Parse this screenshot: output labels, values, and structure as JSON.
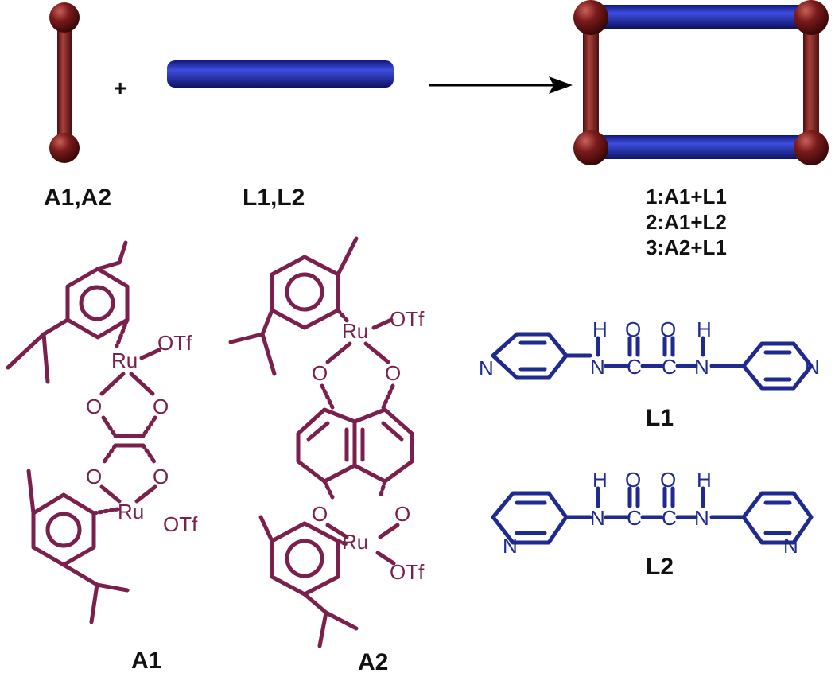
{
  "scheme": {
    "plus": "+",
    "reactant_a_label": "A1,A2",
    "reactant_l_label": "L1,L2",
    "products": [
      "1:A1+L1",
      "2:A1+L2",
      "3:A2+L1"
    ]
  },
  "structures": {
    "a1_label": "A1",
    "a2_label": "A2",
    "l1_label": "L1",
    "l2_label": "L2",
    "ru": "Ru",
    "otf": "OTf",
    "o": "O",
    "n": "N",
    "h": "H",
    "c": "C"
  },
  "colors": {
    "metal_clip": "#7b1f4d",
    "ligand": "#1f2a8f",
    "sphere": "#7a1b1b",
    "rod_blue": "#1a24a8"
  }
}
